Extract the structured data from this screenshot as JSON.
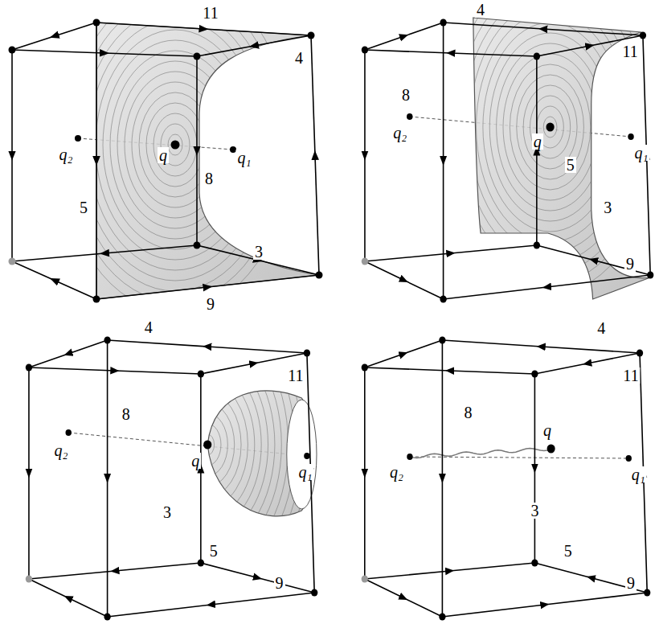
{
  "diagram": {
    "labels": [
      "11",
      "4",
      "q₂",
      "q",
      "q₁",
      "8",
      "5",
      "3",
      "9",
      "4",
      "11",
      "8",
      "q₂",
      "q",
      "q₁",
      "5",
      "3",
      "9",
      "4",
      "11",
      "8",
      "q₂",
      "q",
      "q₁",
      "3",
      "5",
      "9",
      "4",
      "11",
      "8",
      "q",
      "q₂",
      "q₁",
      "3",
      "5",
      "9"
    ]
  }
}
